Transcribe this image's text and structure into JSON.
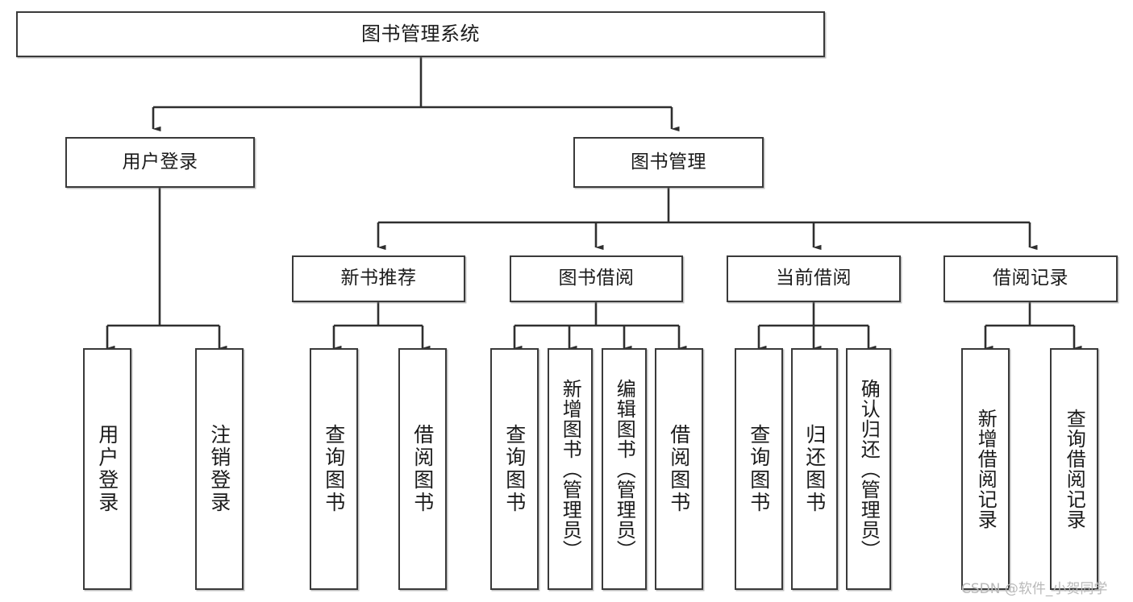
{
  "diagram": {
    "title": "图书管理系统",
    "type": "tree-hierarchy-diagram",
    "style": {
      "background": "#ffffff",
      "box_border": "#3a3a3a",
      "box_fill": "#ffffff",
      "edge_color": "#2f2f2f",
      "text_color": "#1b1b1b",
      "watermark_color": "#b9b9b9"
    },
    "watermark": "CSDN @软件_小贺同学"
  },
  "nodes": {
    "root": {
      "label": "图书管理系统"
    },
    "level2": [
      {
        "id": "user-login",
        "label": "用户登录"
      },
      {
        "id": "book-manage",
        "label": "图书管理"
      }
    ],
    "level3": [
      {
        "id": "new-book-recommend",
        "label": "新书推荐"
      },
      {
        "id": "book-borrow",
        "label": "图书借阅"
      },
      {
        "id": "current-borrow",
        "label": "当前借阅"
      },
      {
        "id": "borrow-record",
        "label": "借阅记录"
      }
    ],
    "leaves": {
      "user_login": [
        {
          "id": "leaf-user-login",
          "label": "用户登录"
        },
        {
          "id": "leaf-logout-login",
          "label": "注销登录"
        }
      ],
      "new_book_recommend": [
        {
          "id": "leaf-query-book-1",
          "label": "查询图书"
        },
        {
          "id": "leaf-borrow-book-1",
          "label": "借阅图书"
        }
      ],
      "book_borrow": [
        {
          "id": "leaf-query-book-2",
          "label": "查询图书"
        },
        {
          "id": "leaf-add-book",
          "label": "新增图书（管理员）"
        },
        {
          "id": "leaf-edit-book",
          "label": "编辑图书（管理员）"
        },
        {
          "id": "leaf-borrow-book-2",
          "label": "借阅图书"
        }
      ],
      "current_borrow": [
        {
          "id": "leaf-query-book-3",
          "label": "查询图书"
        },
        {
          "id": "leaf-return-book",
          "label": "归还图书"
        },
        {
          "id": "leaf-confirm-return",
          "label": "确认归还（管理员）"
        }
      ],
      "borrow_record": [
        {
          "id": "leaf-add-record",
          "label": "新增借阅记录"
        },
        {
          "id": "leaf-query-record",
          "label": "查询借阅记录"
        }
      ]
    }
  },
  "edges": [
    {
      "from": "图书管理系统",
      "to": "用户登录"
    },
    {
      "from": "图书管理系统",
      "to": "图书管理"
    },
    {
      "from": "用户登录",
      "to": "用户登录"
    },
    {
      "from": "用户登录",
      "to": "注销登录"
    },
    {
      "from": "图书管理",
      "to": "新书推荐"
    },
    {
      "from": "图书管理",
      "to": "图书借阅"
    },
    {
      "from": "图书管理",
      "to": "当前借阅"
    },
    {
      "from": "图书管理",
      "to": "借阅记录"
    },
    {
      "from": "新书推荐",
      "to": "查询图书"
    },
    {
      "from": "新书推荐",
      "to": "借阅图书"
    },
    {
      "from": "图书借阅",
      "to": "查询图书"
    },
    {
      "from": "图书借阅",
      "to": "新增图书（管理员）"
    },
    {
      "from": "图书借阅",
      "to": "编辑图书（管理员）"
    },
    {
      "from": "图书借阅",
      "to": "借阅图书"
    },
    {
      "from": "当前借阅",
      "to": "查询图书"
    },
    {
      "from": "当前借阅",
      "to": "归还图书"
    },
    {
      "from": "当前借阅",
      "to": "确认归还（管理员）"
    },
    {
      "from": "借阅记录",
      "to": "新增借阅记录"
    },
    {
      "from": "借阅记录",
      "to": "查询借阅记录"
    }
  ]
}
